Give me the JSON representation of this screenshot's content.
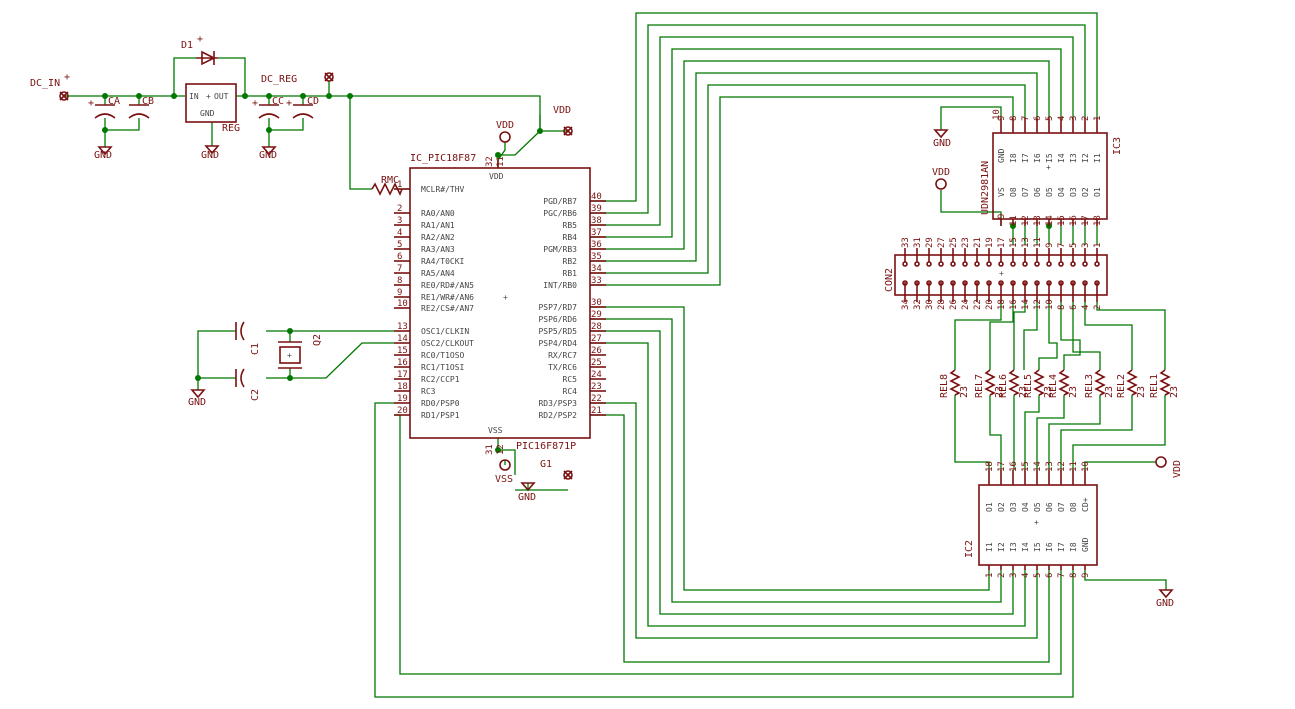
{
  "net_labels": {
    "dc_in": "DC_IN",
    "dc_reg": "DC_REG",
    "vdd_top": "VDD",
    "vdd_mcu": "VDD",
    "vdd_ic3": "VDD",
    "vdd_ic2": "VDD",
    "vss": "VSS",
    "g1": "G1",
    "gnd": "GND"
  },
  "components": {
    "d1": "D1",
    "ca": "CA",
    "cb": "CB",
    "cc": "CC",
    "cd": "CD",
    "reg": "REG",
    "reg_in": "IN",
    "reg_out": "OUT",
    "reg_gnd": "GND",
    "rmc": "RMC",
    "c1": "C1",
    "c2": "C2",
    "q2": "Q2",
    "mcu_top": "IC_PIC18F87",
    "mcu_part": "PIC16F871P",
    "ic3": "IC3",
    "ic3_part": "UDN2981AN",
    "ic2": "IC2",
    "con2": "CON2"
  },
  "mcu": {
    "pin_vdd": "VDD",
    "pin_vss": "VSS",
    "left_pins": [
      {
        "num": "1",
        "name": "MCLR#/THV"
      },
      {
        "num": "2",
        "name": "RA0/AN0"
      },
      {
        "num": "3",
        "name": "RA1/AN1"
      },
      {
        "num": "4",
        "name": "RA2/AN2"
      },
      {
        "num": "5",
        "name": "RA3/AN3"
      },
      {
        "num": "6",
        "name": "RA4/T0CKI"
      },
      {
        "num": "7",
        "name": "RA5/AN4"
      },
      {
        "num": "8",
        "name": "RE0/RD#/AN5"
      },
      {
        "num": "9",
        "name": "RE1/WR#/AN6"
      },
      {
        "num": "10",
        "name": "RE2/CS#/AN7"
      },
      {
        "num": "13",
        "name": "OSC1/CLKIN"
      },
      {
        "num": "14",
        "name": "OSC2/CLKOUT"
      },
      {
        "num": "15",
        "name": "RC0/T1OSO"
      },
      {
        "num": "16",
        "name": "RC1/T1OSI"
      },
      {
        "num": "17",
        "name": "RC2/CCP1"
      },
      {
        "num": "18",
        "name": "RC3"
      },
      {
        "num": "19",
        "name": "RD0/PSP0"
      },
      {
        "num": "20",
        "name": "RD1/PSP1"
      }
    ],
    "right_pins": [
      {
        "num": "40",
        "name": "PGD/RB7"
      },
      {
        "num": "39",
        "name": "PGC/RB6"
      },
      {
        "num": "38",
        "name": "RB5"
      },
      {
        "num": "37",
        "name": "RB4"
      },
      {
        "num": "36",
        "name": "PGM/RB3"
      },
      {
        "num": "35",
        "name": "RB2"
      },
      {
        "num": "34",
        "name": "RB1"
      },
      {
        "num": "33",
        "name": "INT/RB0"
      },
      {
        "num": "30",
        "name": "PSP7/RD7"
      },
      {
        "num": "29",
        "name": "PSP6/RD6"
      },
      {
        "num": "28",
        "name": "PSP5/RD5"
      },
      {
        "num": "27",
        "name": "PSP4/RD4"
      },
      {
        "num": "26",
        "name": "RX/RC7"
      },
      {
        "num": "25",
        "name": "TX/RC6"
      },
      {
        "num": "24",
        "name": "RC5"
      },
      {
        "num": "23",
        "name": "RC4"
      },
      {
        "num": "22",
        "name": "RD3/PSP3"
      },
      {
        "num": "21",
        "name": "RD2/PSP2"
      }
    ],
    "vdd_pins": [
      "32",
      "11"
    ],
    "vss_pins": [
      "31",
      "12"
    ]
  },
  "ic3": {
    "top_pins": [
      "10",
      "9",
      "8",
      "7",
      "6",
      "5",
      "4",
      "3",
      "2",
      "1"
    ],
    "top_names": [
      "GND",
      "I8",
      "I7",
      "I6",
      "I5",
      "I4",
      "I3",
      "I2",
      "I1"
    ],
    "bottom_pins": [
      "9",
      "11",
      "12",
      "13",
      "14",
      "15",
      "16",
      "17",
      "18"
    ],
    "bottom_names": [
      "VS",
      "O8",
      "O7",
      "O6",
      "O5",
      "O4",
      "O3",
      "O2",
      "O1"
    ]
  },
  "con2": {
    "top_pins": [
      "33",
      "31",
      "29",
      "27",
      "25",
      "23",
      "21",
      "19",
      "17",
      "15",
      "13",
      "11",
      "9",
      "7",
      "5",
      "3",
      "1"
    ],
    "bottom_pins": [
      "34",
      "32",
      "30",
      "28",
      "26",
      "24",
      "22",
      "20",
      "18",
      "16",
      "14",
      "12",
      "10",
      "8",
      "6",
      "4",
      "2"
    ]
  },
  "relays": [
    {
      "name": "REL8",
      "value": "23"
    },
    {
      "name": "REL7",
      "value": "23"
    },
    {
      "name": "REL6",
      "value": "23"
    },
    {
      "name": "REL5",
      "value": "23"
    },
    {
      "name": "REL4",
      "value": "23"
    },
    {
      "name": "REL3",
      "value": "23"
    },
    {
      "name": "REL2",
      "value": "23"
    },
    {
      "name": "REL1",
      "value": "23"
    }
  ],
  "ic2": {
    "top_pins": [
      "18",
      "17",
      "16",
      "15",
      "14",
      "13",
      "12",
      "11",
      "10"
    ],
    "top_names": [
      "O1",
      "O2",
      "O3",
      "O4",
      "O5",
      "O6",
      "O7",
      "O8",
      "CD+"
    ],
    "bottom_pins": [
      "1",
      "2",
      "3",
      "4",
      "5",
      "6",
      "7",
      "8",
      "9"
    ],
    "bottom_names": [
      "I1",
      "I2",
      "I3",
      "I4",
      "I5",
      "I6",
      "I7",
      "I8",
      "GND"
    ]
  }
}
